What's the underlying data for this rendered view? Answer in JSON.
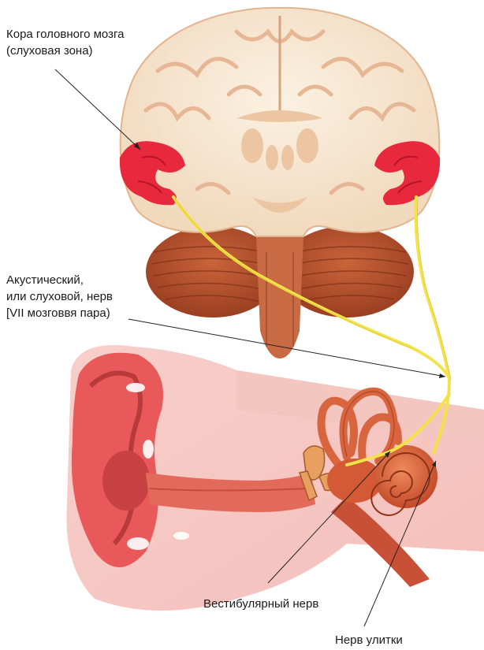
{
  "labels": {
    "cortex": {
      "line1": "Кора головного мозга",
      "line2": "(слуховая зона)"
    },
    "acoustic_nerve": {
      "line1": "Акустический,",
      "line2": "или слуховой, нерв",
      "line3": "[VII мозговвя пара)"
    },
    "vestibular_nerve": "Вестибулярный нерв",
    "cochlear_nerve": "Нерв улитки"
  },
  "colors": {
    "brain_fill": "#f8ead8",
    "brain_gyri": "#e9bd9a",
    "auditory_cortex": "#e8283c",
    "cerebellum": "#b8522e",
    "nerve": "#f4e24a",
    "ear_skin": "#e9595a",
    "ear_light": "#f6b0a8",
    "inner_ear": "#d8653e",
    "pointer_line": "#222222"
  }
}
